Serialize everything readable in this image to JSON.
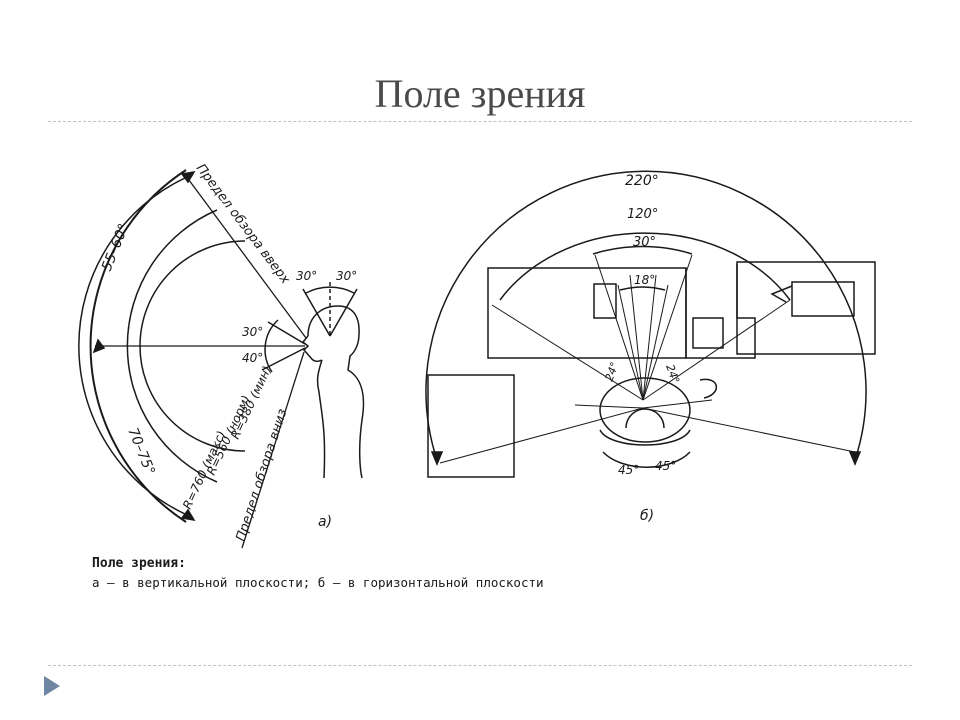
{
  "slide": {
    "title": "Поле зрения"
  },
  "figure_a": {
    "angle_up": "55–60°",
    "angle_down": "70–75°",
    "head_angle_left": "30°",
    "head_angle_right": "30°",
    "eye_angle_up": "30°",
    "eye_angle_down": "40°",
    "label_upper_limit": "Предел обзора вверх",
    "label_lower_limit": "Предел обзора вниз",
    "label_r_min": "R=380 (мин)",
    "label_r_norm": "R=560 (норм)",
    "label_r_max": "R=760 (макс)",
    "sublabel": "а)"
  },
  "figure_b": {
    "angle_outer": "220°",
    "angle_middle": "120°",
    "angle_inner": "30°",
    "angle_center": "18°",
    "angle_left_eye": "24°",
    "angle_right_eye": "24°",
    "angle_bottom_left": "45°",
    "angle_bottom_right": "45°",
    "sublabel": "б)"
  },
  "caption": {
    "title": "Поле зрения:",
    "text": "а — в вертикальной плоскости; б — в горизонтальной плоскости"
  }
}
